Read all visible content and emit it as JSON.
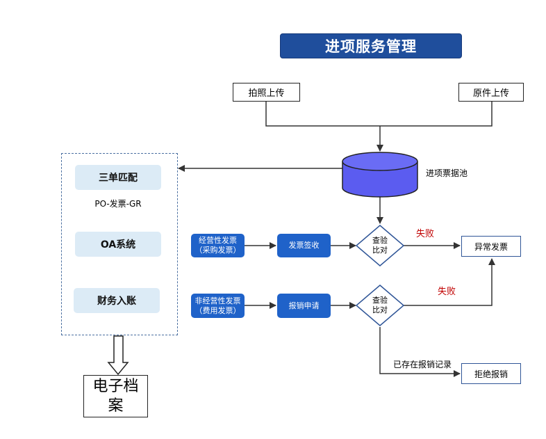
{
  "title": "进项服务管理",
  "inputs": {
    "photo_upload": "拍照上传",
    "original_upload": "原件上传"
  },
  "pool": {
    "label": "进项票据池"
  },
  "left_panel": {
    "three_way_match": "三单匹配",
    "po_invoice_gr": "PO-发票-GR",
    "oa_system": "OA系统",
    "finance_entry": "财务入账"
  },
  "archive": {
    "line1": "电子档",
    "line2": "案"
  },
  "flow_operating": {
    "source_line1": "经营性发票",
    "source_line2": "（采购发票）",
    "step": "发票签收",
    "check_line1": "查验",
    "check_line2": "比对",
    "fail": "失败"
  },
  "flow_non_operating": {
    "source_line1": "非经营性发票",
    "source_line2": "（费用发票）",
    "step": "报销申请",
    "check_line1": "查验",
    "check_line2": "比对",
    "fail": "失败",
    "existing_label": "已存在报销记录"
  },
  "outputs": {
    "abnormal_invoice": "异常发票",
    "reject_reimbursement": "拒绝报销"
  },
  "colors": {
    "title_bg": "#1f4e9c",
    "db_fill": "#5b5cf0",
    "button_blue": "#1f62c9",
    "light_box": "#dcebf6",
    "fail_red": "#c00000"
  }
}
